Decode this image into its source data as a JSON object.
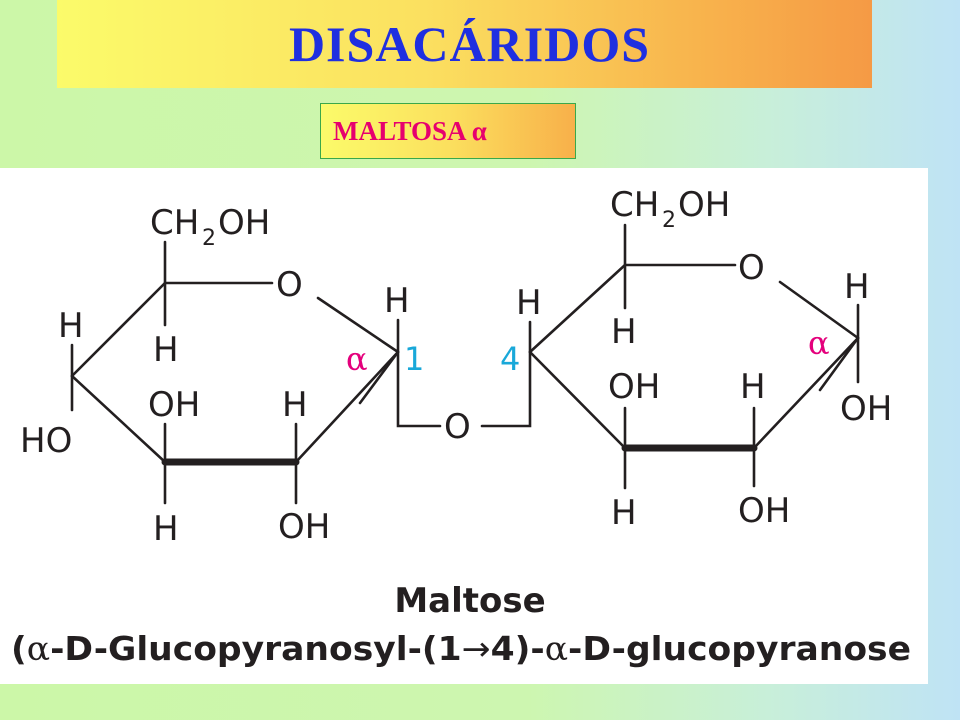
{
  "title": "DISACÁRIDOS",
  "subtitle": "MALTOSA α",
  "diagram": {
    "left_ring": {
      "ch2oh_main": "CH",
      "ch2oh_sub": "2",
      "ch2oh_tail": "OH",
      "ring_o": "O",
      "h_c5": "H",
      "h_c4": "H",
      "ho_c4": "HO",
      "oh_c3": "OH",
      "h_c3": "H",
      "h_c2": "H",
      "oh_c2": "OH",
      "h_c1": "H",
      "alpha": "α",
      "pos": "1"
    },
    "bridge_o": "O",
    "right_ring": {
      "ch2oh_main": "CH",
      "ch2oh_sub": "2",
      "ch2oh_tail": "OH",
      "ring_o": "O",
      "h_c4": "H",
      "pos": "4",
      "h_c5": "H",
      "oh_c3": "OH",
      "h_c3": "H",
      "h_c2": "H",
      "oh_c2": "OH",
      "h_c1": "H",
      "alpha": "α",
      "oh_c1": "OH"
    },
    "caption_name": "Maltose",
    "caption_sys_open": "(",
    "caption_alpha1": "α",
    "caption_d1": "-D-",
    "caption_glc1": "Glucopyranosyl-(1",
    "caption_arrow": "→",
    "caption_mid": "4)-",
    "caption_alpha2": "α",
    "caption_d2": "-D-",
    "caption_glc2": "glucopyranose"
  }
}
